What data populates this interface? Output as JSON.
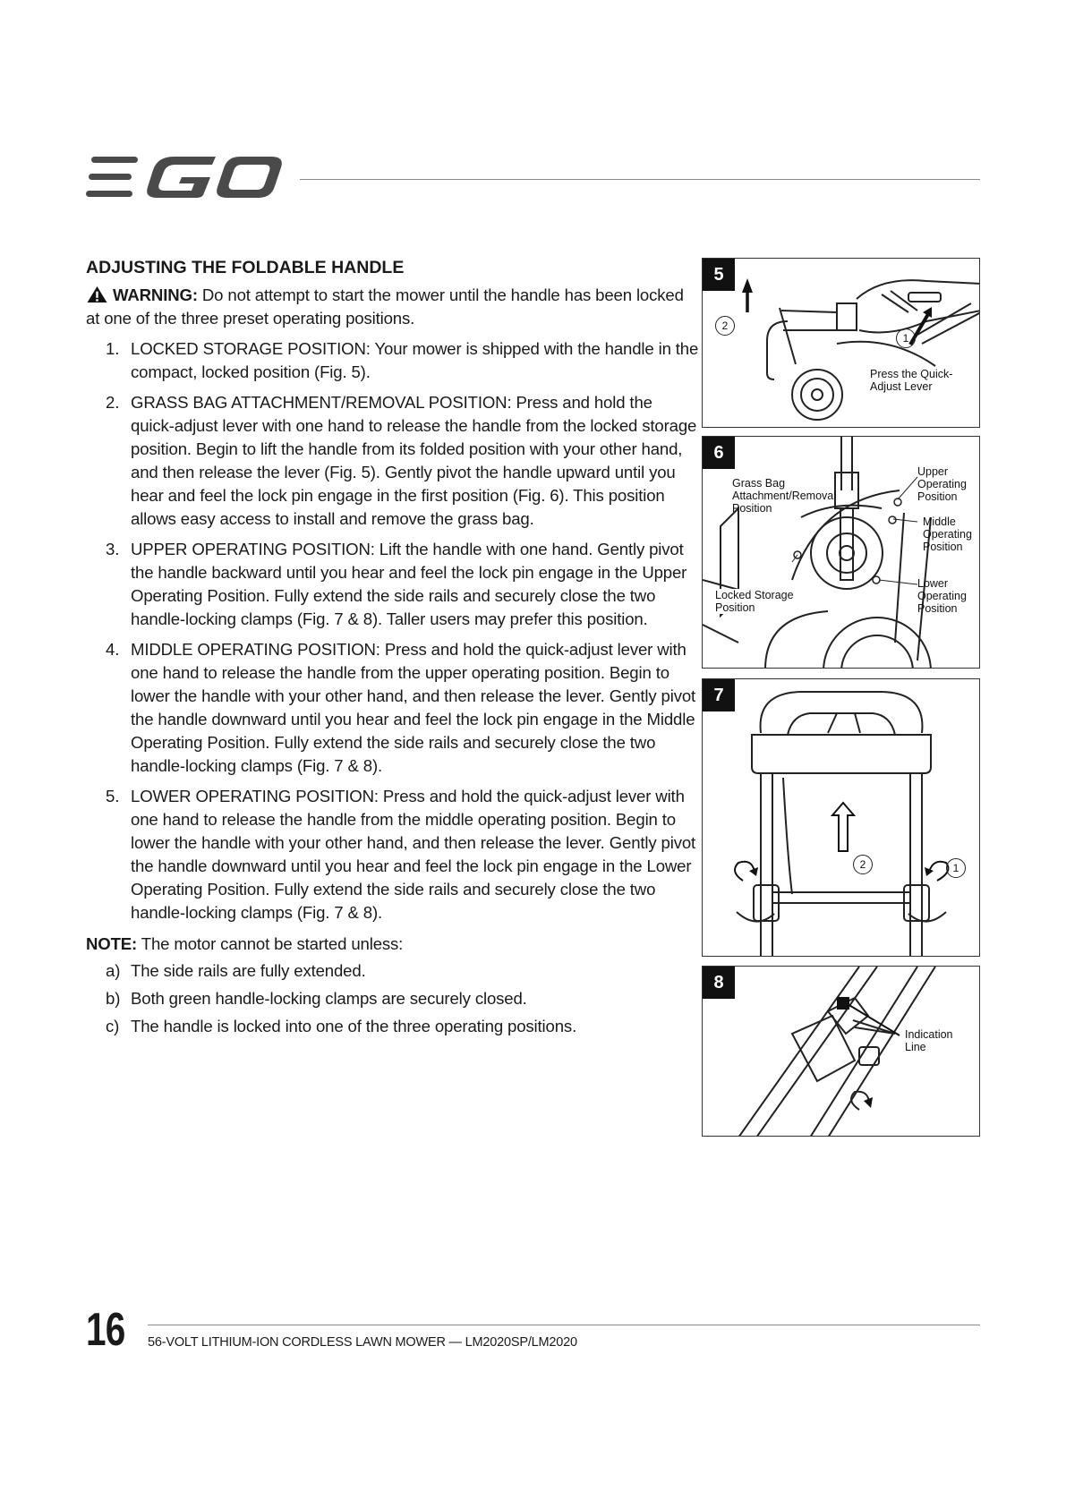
{
  "header": {
    "logo_text": "EGO"
  },
  "section": {
    "heading": "ADJUSTING THE FOLDABLE HANDLE",
    "warning_label": "WARNING:",
    "warning_text": "Do not attempt to start the mower until the handle has been locked at one of the three preset operating positions.",
    "steps": [
      {
        "num": "1.",
        "text": "LOCKED STORAGE POSITION: Your mower is shipped with the handle in the compact, locked position (Fig. 5)."
      },
      {
        "num": "2.",
        "text": "GRASS BAG ATTACHMENT/REMOVAL POSITION: Press and hold the quick-adjust lever with one hand to release the handle from the locked storage position. Begin to lift the handle from its folded position with your other hand, and then release the lever (Fig. 5). Gently pivot the handle upward until you hear and feel the lock pin engage in the first position (Fig. 6). This position allows easy access to install and remove the grass bag."
      },
      {
        "num": "3.",
        "text": "UPPER OPERATING POSITION: Lift the handle with one hand. Gently pivot the handle backward until you hear and feel the lock pin engage in the Upper Operating Position. Fully extend the side rails and securely close the two handle-locking clamps (Fig. 7 & 8). Taller users may prefer this position."
      },
      {
        "num": "4.",
        "text": "MIDDLE OPERATING POSITION: Press and hold the quick-adjust lever with one hand to release the handle from the upper operating position. Begin to lower the handle with your other hand, and then release the lever. Gently pivot the handle downward until you hear and feel the lock pin engage in the Middle Operating Position. Fully extend the side rails and securely close the two handle-locking clamps (Fig. 7 & 8)."
      },
      {
        "num": "5.",
        "text": "LOWER OPERATING POSITION: Press and hold the quick-adjust lever with one hand to release the handle from the middle operating position. Begin to lower the handle with your other hand, and then release the lever. Gently pivot the handle downward until you hear and feel the lock pin engage in the Lower Operating Position. Fully extend the side rails and securely close the two handle-locking clamps (Fig. 7 & 8)."
      }
    ],
    "note_label": "NOTE:",
    "note_text": "The motor cannot be started unless:",
    "conditions": [
      {
        "num": "a)",
        "text": "The side rails are fully extended."
      },
      {
        "num": "b)",
        "text": "Both green handle-locking clamps are securely closed."
      },
      {
        "num": "c)",
        "text": "The handle is locked into one of the three operating positions."
      }
    ]
  },
  "figures": {
    "fig5": {
      "number": "5",
      "callout_1": "1",
      "callout_2": "2",
      "label": "Press the Quick-\nAdjust Lever"
    },
    "fig6": {
      "number": "6",
      "grass_bag": "Grass Bag\nAttachment/Removal\nPosition",
      "upper": "Upper\nOperating\nPosition",
      "middle": "Middle\nOperating\nPosition",
      "lower": "Lower\nOperating\nPosition",
      "locked": "Locked Storage\nPosition"
    },
    "fig7": {
      "number": "7",
      "callout_1": "1",
      "callout_2": "2"
    },
    "fig8": {
      "number": "8",
      "label": "Indication\nLine"
    }
  },
  "footer": {
    "page_number": "16",
    "title": "56-VOLT LITHIUM-ION CORDLESS LAWN MOWER — LM2020SP/LM2020"
  }
}
